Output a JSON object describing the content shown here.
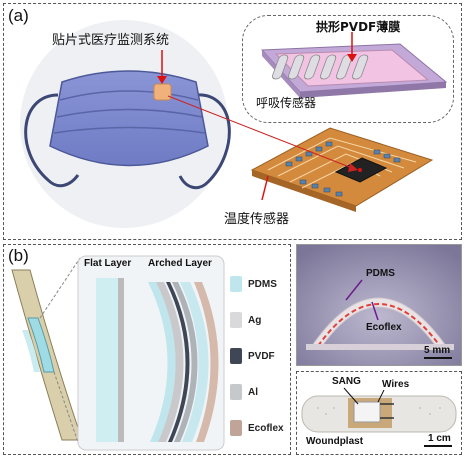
{
  "panel_a": {
    "tag": "(a)",
    "patch_label": "贴片式医疗监测系统",
    "film_label": "拱形PVDF薄膜",
    "breath_label": "呼吸传感器",
    "temp_label": "温度传感器"
  },
  "panel_b": {
    "tag": "(b)",
    "flat_layer": "Flat Layer",
    "arched_layer": "Arched Layer",
    "legend": [
      {
        "label": "PDMS",
        "color": "#bfe6ec"
      },
      {
        "label": "Ag",
        "color": "#d9d9db"
      },
      {
        "label": "PVDF",
        "color": "#3f4756"
      },
      {
        "label": "Al",
        "color": "#c6c9cc"
      },
      {
        "label": "Ecoflex",
        "color": "#bfa497"
      }
    ],
    "photo1": {
      "pdms": "PDMS",
      "ecoflex": "Ecoflex",
      "scale": "5 mm"
    },
    "photo2": {
      "sang": "SANG",
      "wires": "Wires",
      "woundplast": "Woundplast",
      "scale": "1 cm"
    }
  }
}
